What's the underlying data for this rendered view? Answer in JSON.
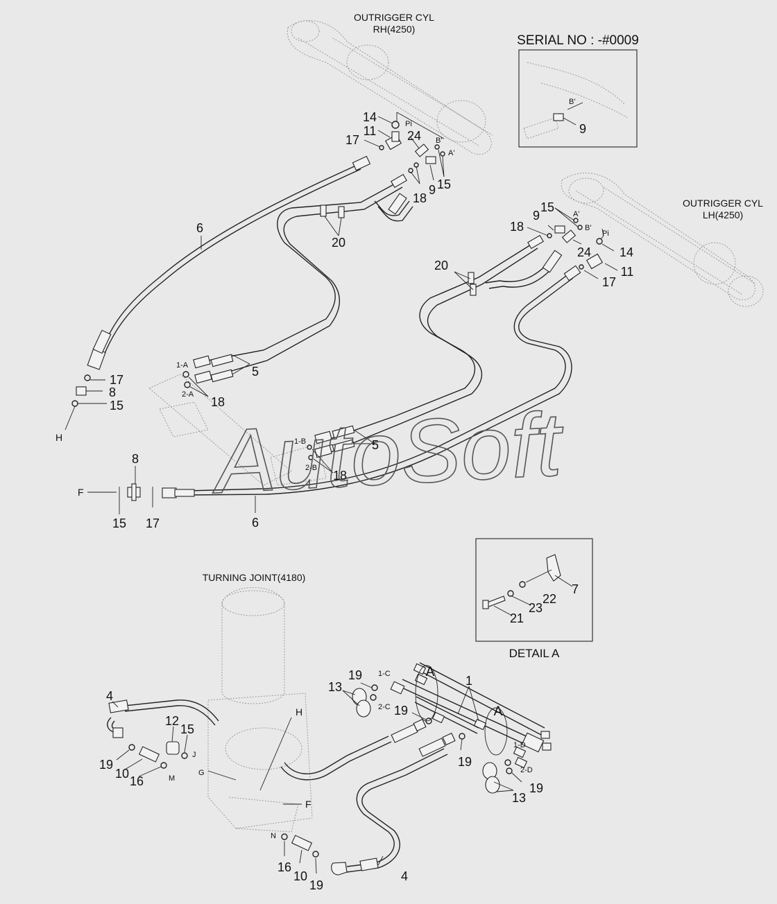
{
  "titles": {
    "rh_cyl_line1": "OUTRIGGER CYL",
    "rh_cyl_line2": "RH(4250)",
    "lh_cyl_line1": "OUTRIGGER CYL",
    "lh_cyl_line2": "LH(4250)",
    "turning_joint": "TURNING JOINT(4180)",
    "serial_no": "SERIAL NO : -#0009",
    "detail_a": "DETAIL A",
    "watermark": "AutoSoft"
  },
  "callouts": {
    "c14a": "14",
    "c11a": "11",
    "c17a": "17",
    "c24a": "24",
    "c18a": "18",
    "c9a": "9",
    "c15a": "15",
    "c6a": "6",
    "c20a": "20",
    "c5a": "5",
    "c17b": "17",
    "c8a": "8",
    "c15b": "15",
    "c18b": "18",
    "c9b": "9",
    "c15c": "15",
    "c18c": "18",
    "c24b": "24",
    "c14b": "14",
    "c11b": "11",
    "c17c": "17",
    "c20b": "20",
    "c5b": "5",
    "c18d": "18",
    "c8b": "8",
    "c15d": "15",
    "c17d": "17",
    "c6b": "6",
    "c9s": "9",
    "c7": "7",
    "c22": "22",
    "c23": "23",
    "c21": "21",
    "c4a": "4",
    "c12": "12",
    "c15e": "15",
    "c19a": "19",
    "c10a": "10",
    "c16a": "16",
    "c19b": "19",
    "c13a": "13",
    "c19c": "19",
    "c1": "1",
    "c19d": "19",
    "c19e": "19",
    "c13b": "13",
    "c16b": "16",
    "c10b": "10",
    "c19f": "19",
    "c4b": "4"
  },
  "port_labels": {
    "pi_a": "Pi",
    "bp_a": "B'",
    "ap_a": "A'",
    "ap_b": "A'",
    "bp_b": "B'",
    "pi_b": "Pi",
    "bp_s": "B'",
    "p1a": "1-A",
    "p2a": "2-A",
    "p1b": "1-B",
    "p2b": "2-B",
    "p1c": "1-C",
    "p2c": "2-C",
    "p1d": "1-D",
    "p2d": "2-D",
    "h_top": "H",
    "f_left": "F",
    "a1": "A",
    "a2": "A",
    "h_tj": "H",
    "f_tj": "F",
    "j": "J",
    "g": "G",
    "m": "M",
    "n": "N"
  }
}
